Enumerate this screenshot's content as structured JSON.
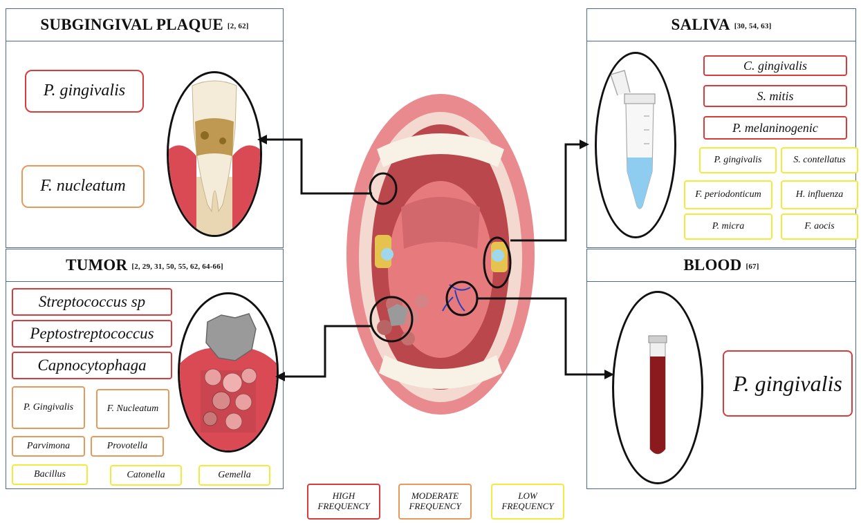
{
  "subgingival": {
    "title": "SUBGINGIVAL PLAQUE",
    "ref": "[2, 62]",
    "high": [
      "P.  gingivalis"
    ],
    "moderate": [
      "F. nucleatum"
    ]
  },
  "saliva": {
    "title": "SALIVA",
    "ref": "[30, 54, 63]",
    "high": [
      "C.  gingivalis",
      "S. mitis",
      "P. melaninogenic"
    ],
    "low": [
      "P. gingivalis",
      "S. contellatus",
      "F. periodonticum",
      "H. influenza",
      "P. micra",
      "F. aocis"
    ]
  },
  "tumor": {
    "title": "TUMOR",
    "ref": "[2, 29, 31, 50, 55, 62, 64-66]",
    "high": [
      "Streptococcus sp",
      "Peptostreptococcus",
      "Capnocytophaga"
    ],
    "moderate": [
      "P. Gingivalis",
      "F. Nucleatum",
      "Parvimona",
      "Provotella"
    ],
    "low": [
      "Bacillus",
      "Catonella",
      "Gemella"
    ]
  },
  "blood": {
    "title": "BLOOD",
    "ref": "[67]",
    "high": [
      "P.  gingivalis"
    ]
  },
  "legend": {
    "high": "HIGH FREQUENCY",
    "moderate": "MODERATE FREQUENCY",
    "low": "LOW FREQUENCY"
  },
  "colors": {
    "high": "#d93a3a",
    "moderate": "#e9985c",
    "low": "#f2ea3c",
    "panel_border": "#4a6a95"
  },
  "icons": [
    "tooth-plaque-icon",
    "saliva-tube-icon",
    "tumor-tissue-icon",
    "blood-tube-icon",
    "open-mouth-illustration"
  ]
}
